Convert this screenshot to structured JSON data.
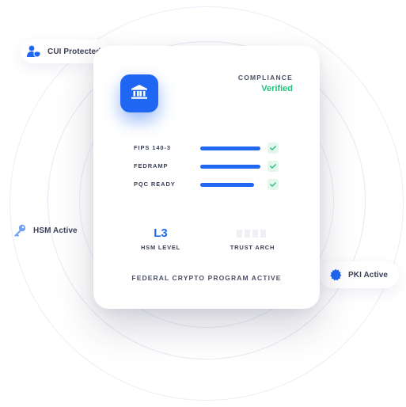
{
  "badges": {
    "cui": {
      "label": "CUI Protected",
      "icon": "user-shield-icon"
    },
    "hsm": {
      "label": "HSM Active",
      "icon": "key-icon"
    },
    "pki": {
      "label": "PKI Active",
      "icon": "seal-badge-icon"
    }
  },
  "card": {
    "icon": "bank-icon",
    "compliance": {
      "label": "COMPLIANCE",
      "status": "Verified"
    },
    "meters": [
      {
        "label": "FIPS 140-3",
        "level": 1.0
      },
      {
        "label": "FEDRAMP",
        "level": 1.0
      },
      {
        "label": "PQC READY",
        "level": 0.89
      }
    ],
    "stats": {
      "hsm": {
        "value": "L3",
        "label": "HSM LEVEL"
      },
      "trust": {
        "label": "TRUST ARCH"
      }
    },
    "footer": "FEDERAL CRYPTO PROGRAM ACTIVE"
  },
  "colors": {
    "accent": "#1f66f2",
    "verified": "#27c07a",
    "check_bg": "#e3f7ec",
    "text": "#3a3f58"
  }
}
